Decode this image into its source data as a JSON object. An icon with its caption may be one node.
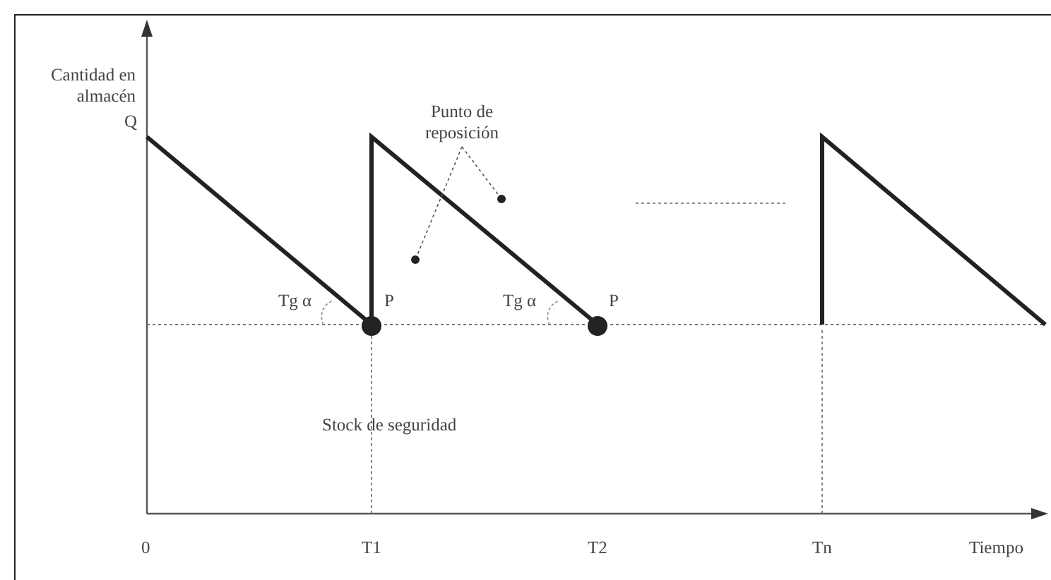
{
  "diagram": {
    "nodes": [
      {
        "text": [
          "Punto de reposición"
        ]
      },
      {
        "text": [],
        "shape": "circle"
      },
      {
        "text": [],
        "shape": "circle"
      }
    ],
    "edges": [
      {
        "from": 0,
        "to": 1,
        "arrow": "none",
        "style": "dashed"
      },
      {
        "from": 0,
        "to": 2,
        "arrow": "none",
        "style": "dashed"
      }
    ],
    "labels": [
      "Cantidad en almacén",
      "Q",
      "Tg α",
      "P",
      "Tg α",
      "P",
      "Stock de seguridad",
      "0",
      "T1",
      "T2",
      "Tn",
      "Tiempo"
    ]
  }
}
